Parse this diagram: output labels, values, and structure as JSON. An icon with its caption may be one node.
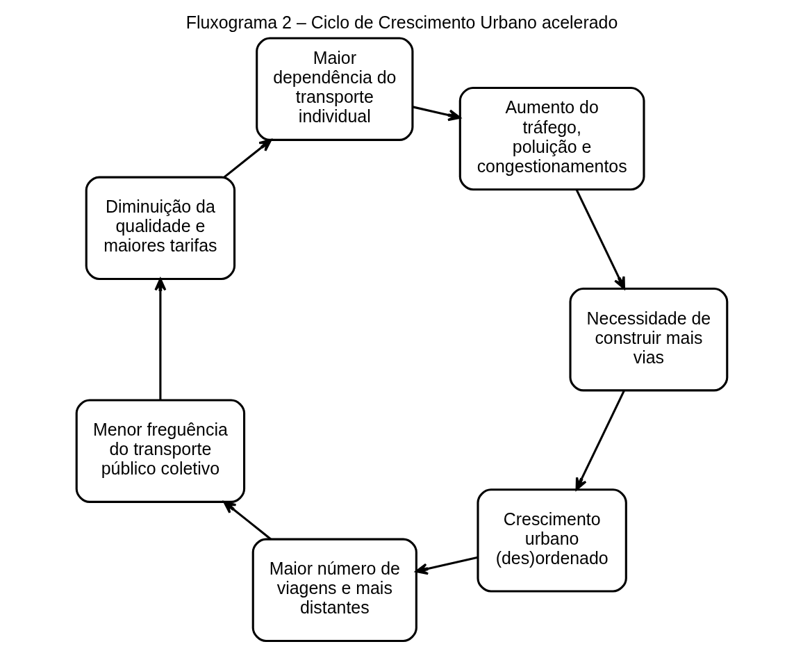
{
  "diagram": {
    "title": "Fluxograma 2 – Ciclo de Crescimento Urbano acelerado",
    "nodes": [
      {
        "text": [
          "Crescimento urbano (des)ordenado"
        ]
      },
      {
        "text": [
          "Maior número de viagens e mais distantes"
        ]
      },
      {
        "text": [
          "Menor freguência do transporte público coletivo"
        ]
      },
      {
        "text": [
          "Diminuição da qualidade e maiores tarifas"
        ]
      },
      {
        "text": [
          "Maior dependência do transporte individual"
        ]
      },
      {
        "text": [
          "Aumento do tráfego, poluição e congestionamentos"
        ]
      },
      {
        "text": [
          "Necessidade de construir mais vias"
        ]
      }
    ],
    "edges": [
      {
        "from": 0,
        "to": 1,
        "arrow": "to"
      },
      {
        "from": 1,
        "to": 2,
        "arrow": "to"
      },
      {
        "from": 2,
        "to": 3,
        "arrow": "to"
      },
      {
        "from": 3,
        "to": 4,
        "arrow": "to"
      },
      {
        "from": 4,
        "to": 5,
        "arrow": "to"
      },
      {
        "from": 5,
        "to": 6,
        "arrow": "to"
      },
      {
        "from": 6,
        "to": 0,
        "arrow": "to"
      }
    ]
  }
}
